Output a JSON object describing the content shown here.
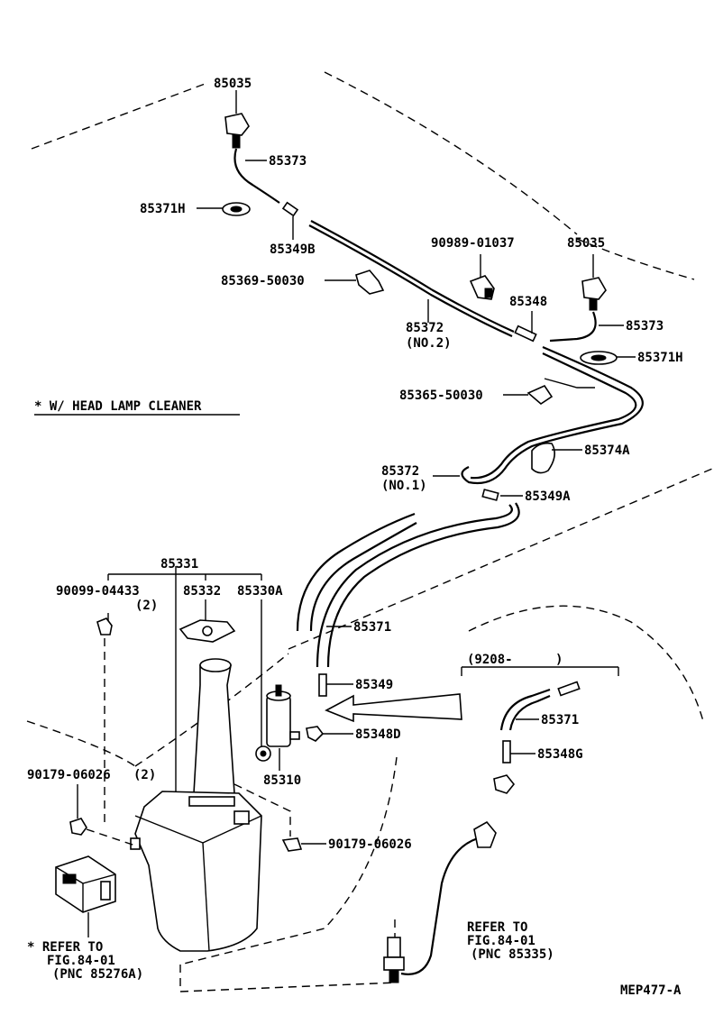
{
  "labels": {
    "nozzle_left": "85035",
    "hose_left": "85373",
    "grommet_left": "85371H",
    "valve_left": "85349B",
    "clamp_left": "85369-50030",
    "hose_no2": "85372",
    "hose_no2_note": "(NO.2)",
    "bolt_top": "90989-01037",
    "nozzle_right": "85035",
    "joint_right": "85348",
    "hose_right": "85373",
    "grommet_right": "85371H",
    "clamp_mid": "85365-50030",
    "clip_mid": "85374A",
    "hose_no1": "85372",
    "hose_no1_note": "(NO.1)",
    "valve_mid": "85349A",
    "note_headlamp": "* W/ HEAD LAMP CLEANER",
    "tank_assy": "85331",
    "nut_left": "90099-04433",
    "nut_left_qty": "(2)",
    "cap": "85332",
    "pump_grommet": "85330A",
    "hose_main": "85371",
    "valve_main": "85349",
    "joint_main": "85348D",
    "pump": "85310",
    "bolt_left": "90179-06026",
    "bolt_left_qty": "(2)",
    "bolt_right": "90179-06026",
    "variant": "(9208-",
    "variant_close": ")",
    "hose_variant": "85371",
    "joint_variant": "85348G",
    "refer_left_1": "* REFER TO",
    "refer_left_2": "FIG.84-01",
    "refer_left_3": "(PNC 85276A)",
    "refer_right_1": "REFER TO",
    "refer_right_2": "FIG.84-01",
    "refer_right_3": "(PNC 85335)",
    "code": "MEP477-A"
  }
}
